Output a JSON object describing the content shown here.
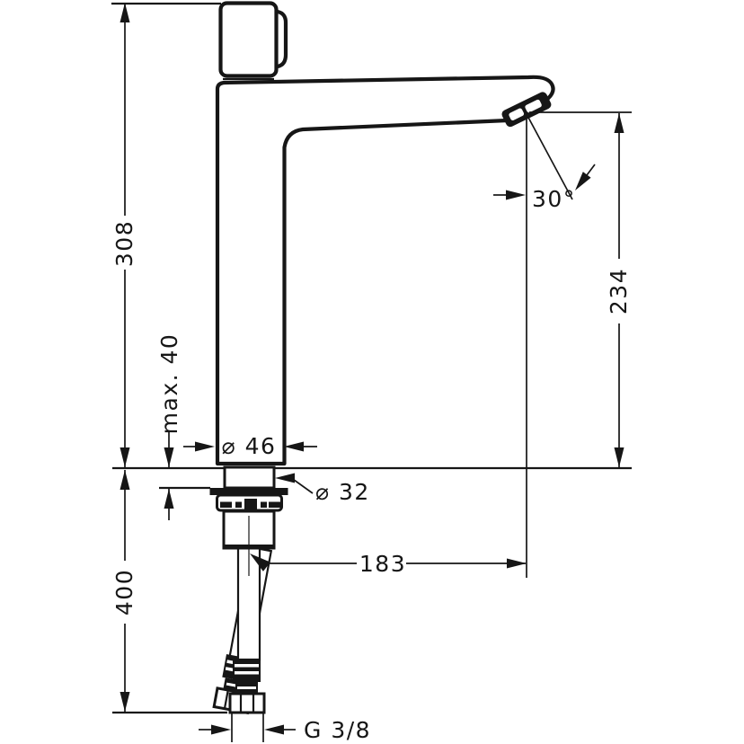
{
  "colors": {
    "ink": "#161616",
    "paper": "#ffffff"
  },
  "drawing": {
    "labels": {
      "total_height": "308",
      "spout_outlet_height": "234",
      "max_mounting_thickness": "max. 40",
      "hose_length": "400",
      "body_diameter": "⌀ 46",
      "tap_hole_diameter": "⌀ 32",
      "spout_reach": "183",
      "spray_angle": "30°",
      "connection_thread": "G 3/8"
    }
  }
}
